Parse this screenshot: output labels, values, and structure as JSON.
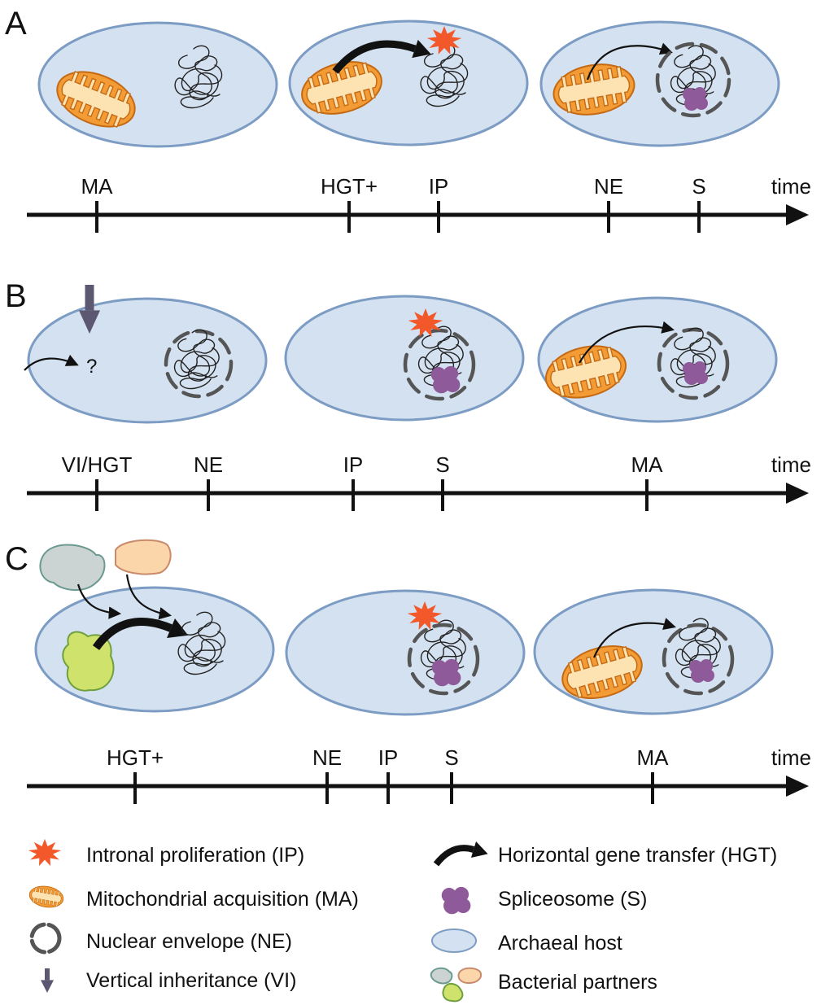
{
  "panels": [
    {
      "letter": "A",
      "axis_label": "time",
      "ticks": [
        "MA",
        "HGT+",
        "IP",
        "NE",
        "S"
      ]
    },
    {
      "letter": "B",
      "axis_label": "time",
      "ticks": [
        "VI/HGT",
        "NE",
        "IP",
        "S",
        "MA"
      ],
      "question_mark": "?"
    },
    {
      "letter": "C",
      "axis_label": "time",
      "ticks": [
        "HGT+",
        "NE",
        "IP",
        "S",
        "MA"
      ]
    }
  ],
  "legend": {
    "ip": "Intronal proliferation (IP)",
    "ma": "Mitochondrial acquisition (MA)",
    "ne": "Nuclear envelope (NE)",
    "vi": "Vertical inheritance (VI)",
    "hgt": "Horizontal gene transfer (HGT)",
    "s": "Spliceosome (S)",
    "host": "Archaeal host",
    "partners": "Bacterial partners"
  },
  "colors": {
    "host_fill": "#d4e1f0",
    "host_stroke": "#7c9cc4",
    "mito_outer": "#f39c35",
    "mito_inner": "#fde2b2",
    "mito_stroke": "#c46a14",
    "ip_burst": "#f2582a",
    "spliceosome": "#8f5a99",
    "envelope": "#555555",
    "vi_arrow": "#5c5872",
    "partner_grey": "#ccd3d3",
    "partner_peach": "#fcd6ab",
    "partner_green": "#cfe26c"
  }
}
